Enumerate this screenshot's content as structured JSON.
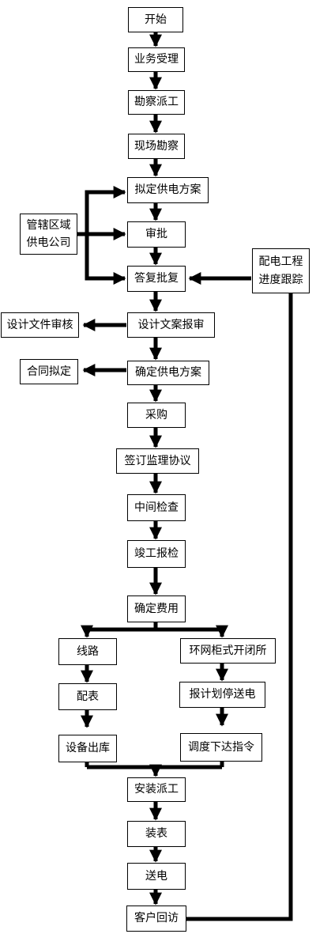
{
  "nodes": {
    "start": "开始",
    "accept": "业务受理",
    "survey_dispatch": "勘察派工",
    "site_survey": "现场勘察",
    "draft_plan": "拟定供电方案",
    "approve": "审批",
    "reply": "答复批复",
    "region_line1": "管辖区域",
    "region_line2": "供电公司",
    "tracking_line1": "配电工程",
    "tracking_line2": "进度跟踪",
    "design_submit": "设计文案报审",
    "design_review": "设计文件审核",
    "confirm_plan": "确定供电方案",
    "contract": "合同拟定",
    "purchase": "采购",
    "supervision": "签订监理协议",
    "midcheck": "中间检查",
    "completion": "竣工报检",
    "fees": "确定费用",
    "line": "线路",
    "ring": "环网柜式开闭所",
    "meter_cfg": "配表",
    "outage_plan": "报计划停送电",
    "equip_out": "设备出库",
    "dispatch_order": "调度下达指令",
    "install_dispatch": "安装派工",
    "meter_install": "装表",
    "power_on": "送电",
    "visit": "客户回访"
  }
}
